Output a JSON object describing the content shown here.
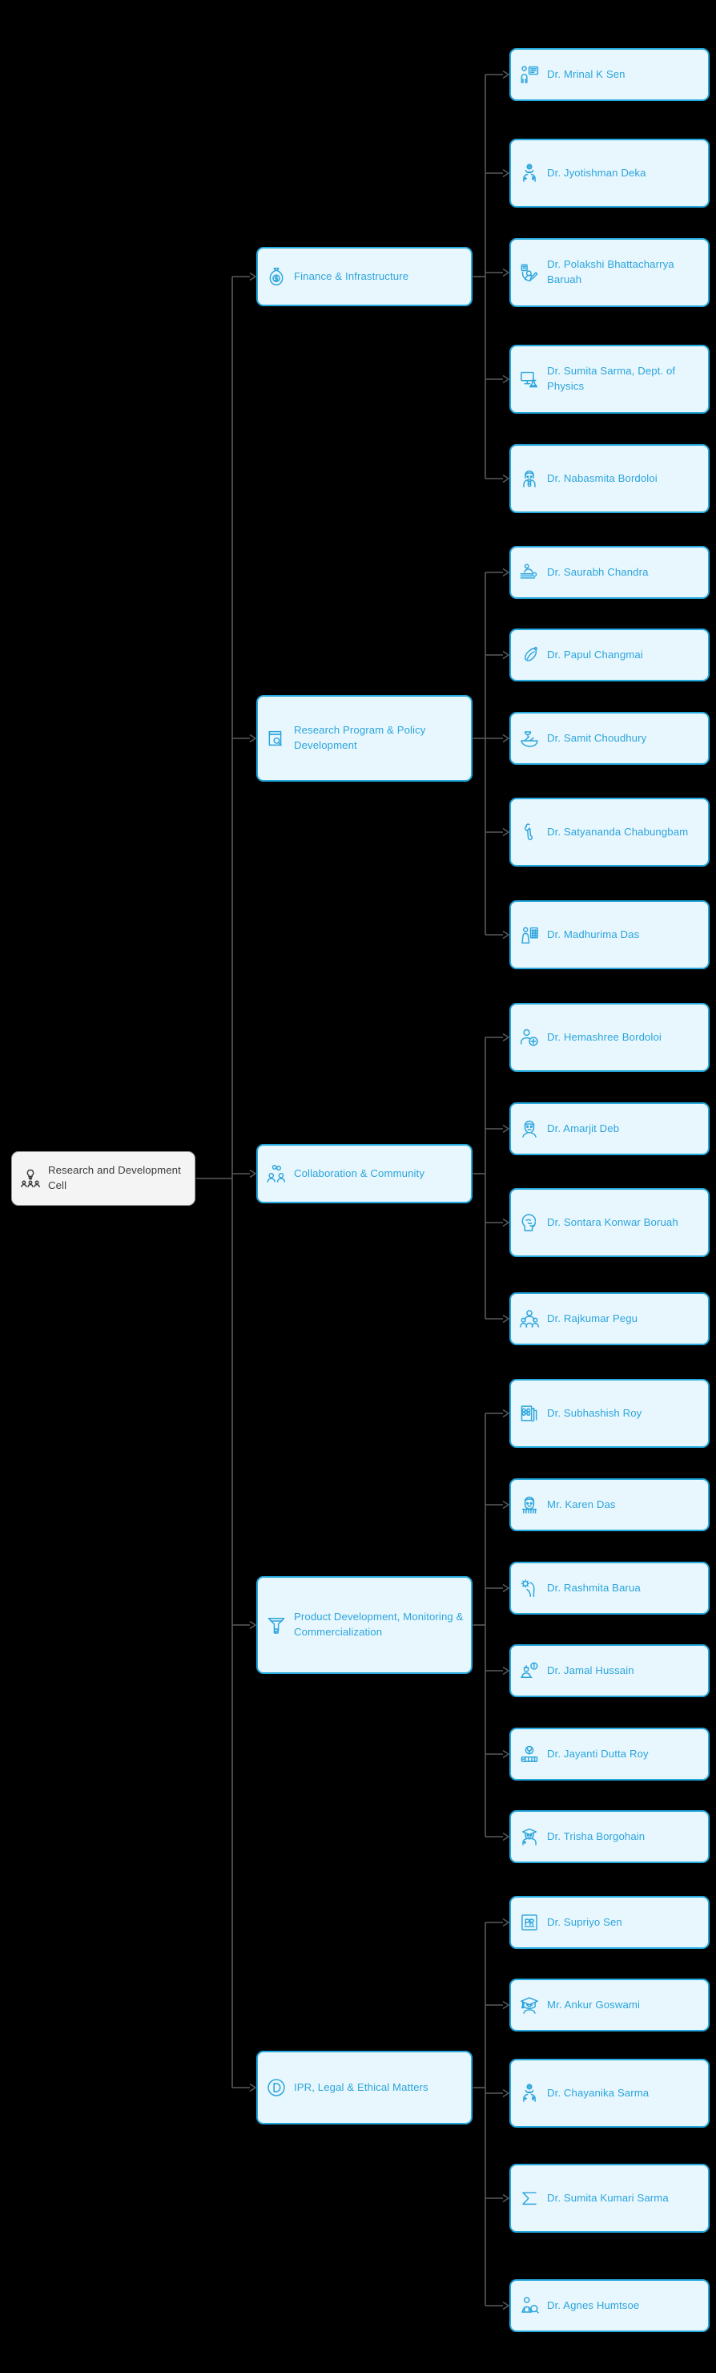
{
  "diagram": {
    "title": "Research and Development Cell organizational chart",
    "background_color": "#000000",
    "root_fill": "#f4f4f4",
    "root_border": "#9a9a9a",
    "root_text": "#3c3c3c",
    "node_fill": "#e8f7fd",
    "node_border": "#24a8dd",
    "node_text": "#2ba4dd",
    "edge_color": "#5a5a5a"
  },
  "root": {
    "label": "Research and Development Cell",
    "icon": "lightbulb-team-icon"
  },
  "categories": [
    {
      "label": "Finance & Infrastructure",
      "icon": "money-bag-icon",
      "members": [
        {
          "label": "Dr. Mrinal K Sen",
          "icon": "presenter-board-icon"
        },
        {
          "label": "Dr. Jyotishman Deka",
          "icon": "doctor-headlamp-icon"
        },
        {
          "label": "Dr. Polakshi Bhattacharrya Baruah",
          "icon": "profile-edit-icon"
        },
        {
          "label": "Dr. Sumita Sarma, Dept. of Physics",
          "icon": "computer-flask-icon"
        },
        {
          "label": "Dr. Nabasmita Bordoloi",
          "icon": "woman-scientist-icon"
        }
      ]
    },
    {
      "label": "Research Program & Policy Development",
      "icon": "book-search-icon",
      "members": [
        {
          "label": "Dr. Saurabh Chandra",
          "icon": "massage-therapy-icon"
        },
        {
          "label": "Dr. Papul Changmai",
          "icon": "seed-pod-icon"
        },
        {
          "label": "Dr. Samit Choudhury",
          "icon": "mortar-pestle-icon"
        },
        {
          "label": "Dr. Satyananda Chabungbam",
          "icon": "bone-icon"
        },
        {
          "label": "Dr. Madhurima Das",
          "icon": "person-chart-icon"
        }
      ]
    },
    {
      "label": "Collaboration & Community",
      "icon": "people-network-icon",
      "members": [
        {
          "label": "Dr. Hemashree Bordoloi",
          "icon": "add-person-icon"
        },
        {
          "label": "Dr. Amarjit Deb",
          "icon": "bearded-man-icon"
        },
        {
          "label": "Dr. Sontara Konwar Boruah",
          "icon": "head-profile-icon"
        },
        {
          "label": "Dr. Rajkumar Pegu",
          "icon": "group-people-icon"
        }
      ]
    },
    {
      "label": "Product Development, Monitoring & Commercialization",
      "icon": "funnel-icon",
      "members": [
        {
          "label": "Dr. Subhashish Roy",
          "icon": "document-flower-icon"
        },
        {
          "label": "Mr. Karen Das",
          "icon": "woman-portrait-icon"
        },
        {
          "label": "Dr. Rashmita Barua",
          "icon": "hand-gear-icon"
        },
        {
          "label": "Dr. Jamal Hussain",
          "icon": "person-info-icon"
        },
        {
          "label": "Dr. Jayanti Dutta Roy",
          "icon": "trophy-books-icon"
        },
        {
          "label": "Dr. Trisha Borgohain",
          "icon": "graduate-medic-icon"
        }
      ]
    },
    {
      "label": "IPR, Legal & Ethical Matters",
      "icon": "circled-d-icon",
      "members": [
        {
          "label": "Dr. Supriyo Sen",
          "icon": "pr-badge-icon"
        },
        {
          "label": "Mr. Ankur Goswami",
          "icon": "graduate-cap-icon"
        },
        {
          "label": "Dr. Chayanika Sarma",
          "icon": "doctor-headlamp-icon"
        },
        {
          "label": "Dr. Sumita Kumari Sarma",
          "icon": "sigma-icon"
        },
        {
          "label": "Dr. Agnes Humtsoe",
          "icon": "person-search-icon"
        }
      ]
    }
  ]
}
